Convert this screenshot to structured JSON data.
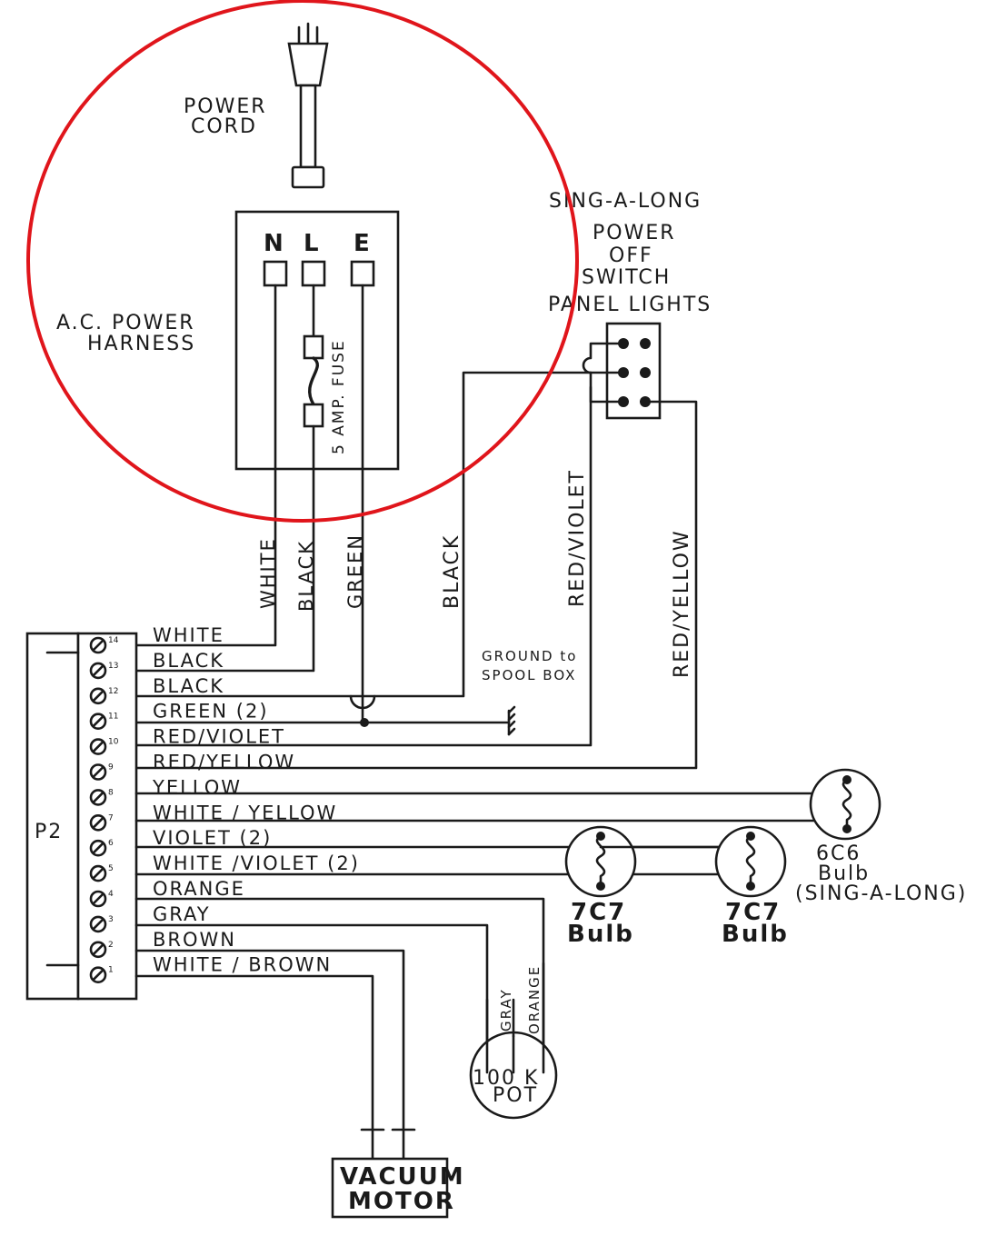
{
  "colors": {
    "ink": "#1a1a1a",
    "highlight": "#e0151b",
    "paper": "#ffffff"
  },
  "labels": {
    "power_cord": [
      "POWER",
      "CORD"
    ],
    "ac_harness": [
      "A.C. POWER",
      "HARNESS"
    ],
    "terminals": [
      "N",
      "L",
      "E"
    ],
    "fuse": "5 AMP. FUSE",
    "switch_title": [
      "SING-A-LONG",
      "POWER",
      "OFF",
      "SWITCH",
      "PANEL LIGHTS"
    ],
    "ground_note": [
      "GROUND to",
      "SPOOL BOX"
    ],
    "connector": "P2",
    "vacuum_motor": [
      "VACUUM",
      "MOTOR"
    ],
    "pot": [
      "100 K",
      "POT"
    ],
    "pot_wires": [
      "GRAY",
      "ORANGE"
    ],
    "bulb_7c7": [
      "7C7",
      "Bulb"
    ],
    "bulb_6c6": [
      "6C6",
      "Bulb",
      "(SING-A-LONG)"
    ]
  },
  "vertical_wires": [
    "WHITE",
    "BLACK",
    "GREEN",
    "BLACK",
    "RED/VIOLET",
    "RED/YELLOW"
  ],
  "pins": [
    {
      "num": "14",
      "wire": "WHITE"
    },
    {
      "num": "13",
      "wire": "BLACK"
    },
    {
      "num": "12",
      "wire": "BLACK"
    },
    {
      "num": "11",
      "wire": "GREEN (2)"
    },
    {
      "num": "10",
      "wire": "RED/VIOLET"
    },
    {
      "num": "9",
      "wire": "RED/YELLOW"
    },
    {
      "num": "8",
      "wire": "YELLOW"
    },
    {
      "num": "7",
      "wire": "WHITE / YELLOW"
    },
    {
      "num": "6",
      "wire": "VIOLET (2)"
    },
    {
      "num": "5",
      "wire": "WHITE /VIOLET (2)"
    },
    {
      "num": "4",
      "wire": "ORANGE"
    },
    {
      "num": "3",
      "wire": "GRAY"
    },
    {
      "num": "2",
      "wire": "BROWN"
    },
    {
      "num": "1",
      "wire": "WHITE / BROWN"
    }
  ]
}
